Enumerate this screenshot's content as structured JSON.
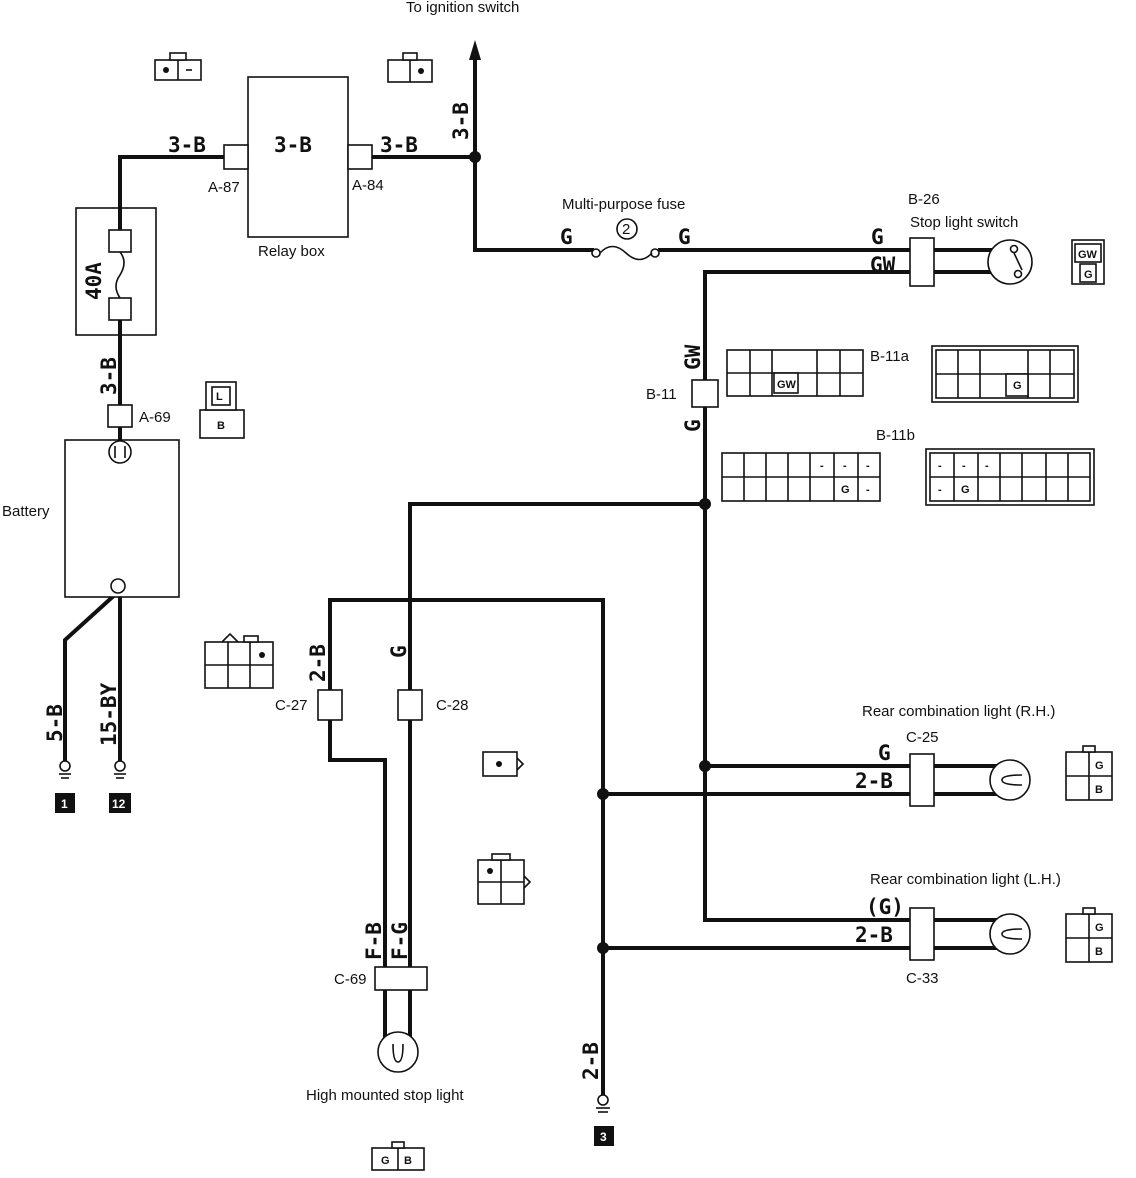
{
  "labels": {
    "ignition": "To ignition switch",
    "relay_box": "Relay box",
    "multi_fuse": "Multi-purpose fuse",
    "fuse_num": "2",
    "stop_switch_code": "B-26",
    "stop_switch": "Stop light switch",
    "battery": "Battery",
    "fuse_40a": "40A",
    "rear_rh": "Rear combination light (R.H.)",
    "rear_lh": "Rear combination light (L.H.)",
    "high_stop": "High mounted stop light"
  },
  "connectors": {
    "a87": "A-87",
    "a84": "A-84",
    "a69": "A-69",
    "b11": "B-11",
    "b11a": "B-11a",
    "b11b": "B-11b",
    "c27": "C-27",
    "c28": "C-28",
    "c25": "C-25",
    "c33": "C-33",
    "c69": "C-69"
  },
  "wires": {
    "w3b_left": "3-B",
    "w3b_mid": "3-B",
    "w3b_right": "3-B",
    "w3b_vert": "3-B",
    "w3b_batt": "3-B",
    "g_fuse_l": "G",
    "g_fuse_r": "G",
    "g_sw": "G",
    "gw_sw": "GW",
    "gw_b11": "GW",
    "g_b11": "G",
    "w2b_c27": "2-B",
    "g_c28": "G",
    "w5b": "5-B",
    "w15by": "15-BY",
    "g_c25": "G",
    "w2b_c25": "2-B",
    "g_c33": "(G)",
    "w2b_c33": "2-B",
    "fb": "F-B",
    "fg": "F-G",
    "w2b_gnd": "2-B"
  },
  "grounds": {
    "g1": "1",
    "g12": "12",
    "g3": "3"
  },
  "pins": {
    "gw": "GW",
    "g": "G",
    "b": "B",
    "l": "L",
    "dash": "-"
  }
}
